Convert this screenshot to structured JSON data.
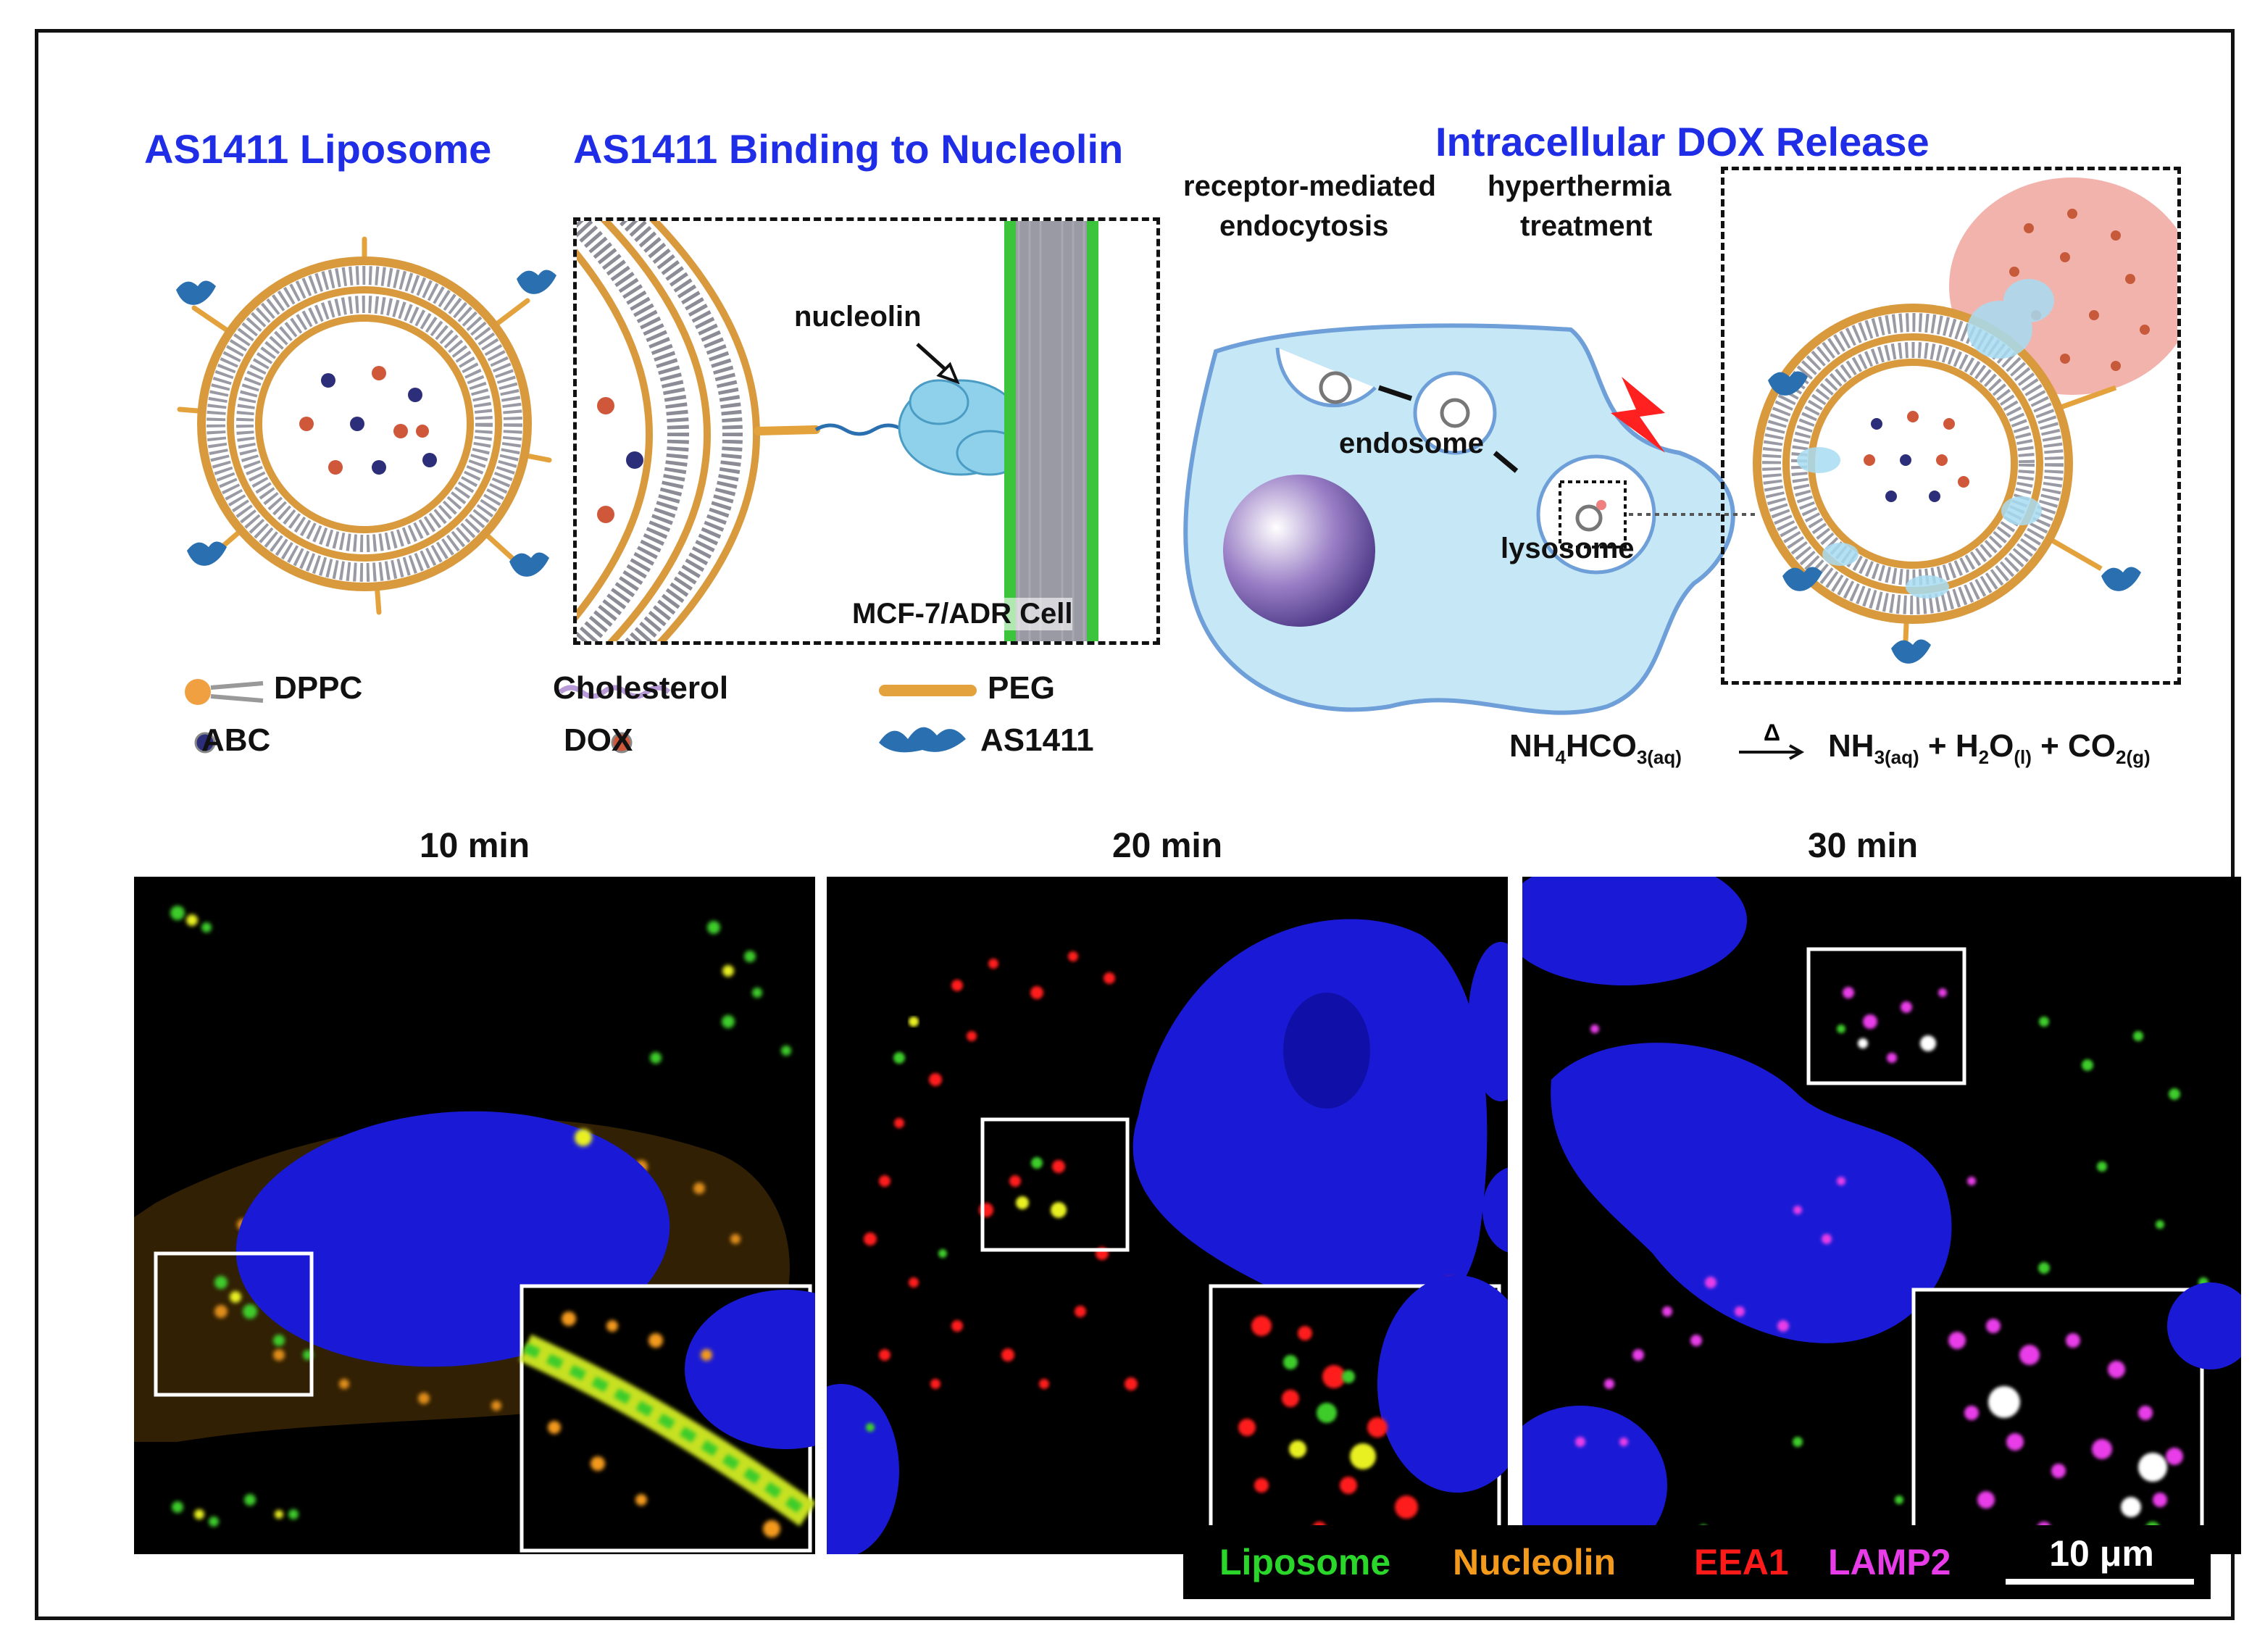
{
  "titles": {
    "liposome": "AS1411 Liposome",
    "binding": "AS1411 Binding to Nucleolin",
    "release": "Intracellular DOX Release"
  },
  "labels": {
    "nucleolin": "nucleolin",
    "cell_line": "MCF-7/ADR Cell",
    "receptor_line1": "receptor-mediated",
    "receptor_line2": "endocytosis",
    "hyper_line1": "hyperthermia",
    "hyper_line2": "treatment",
    "endosome": "endosome",
    "lysosome": "lysosome"
  },
  "key": {
    "dppc": "DPPC",
    "cholesterol": "Cholesterol",
    "peg": "PEG",
    "abc": "ABC",
    "dox": "DOX",
    "as1411": "AS1411"
  },
  "reaction": {
    "reactant": "NH",
    "reactant_sub1": "4",
    "reactant_mid": "HCO",
    "reactant_sub2": "3(aq)",
    "arrow_label": "Δ",
    "p1": "NH",
    "p1_sub": "3(aq)",
    "plus1": " + H",
    "p2_sub": "2",
    "p2_mid": "O",
    "p2_sub2": "(l)",
    "plus2": " + CO",
    "p3_sub": "2(g)"
  },
  "panels": {
    "t1": "10 min",
    "t2": "20 min",
    "t3": "30 min"
  },
  "legend": {
    "liposome": "Liposome",
    "nucleolin": "Nucleolin",
    "eea1": "EEA1",
    "lamp2": "LAMP2",
    "scale": "10 μm"
  },
  "colors": {
    "title_blue": "#1f2ee6",
    "liposome_green": "#2bd62b",
    "nucleolin_orange": "#f39a1c",
    "eea1_red": "#ff1a1a",
    "lamp2_magenta": "#e83ce8",
    "nucleus_blue": "#1a1ad6",
    "lightning_red": "#ff2020"
  }
}
